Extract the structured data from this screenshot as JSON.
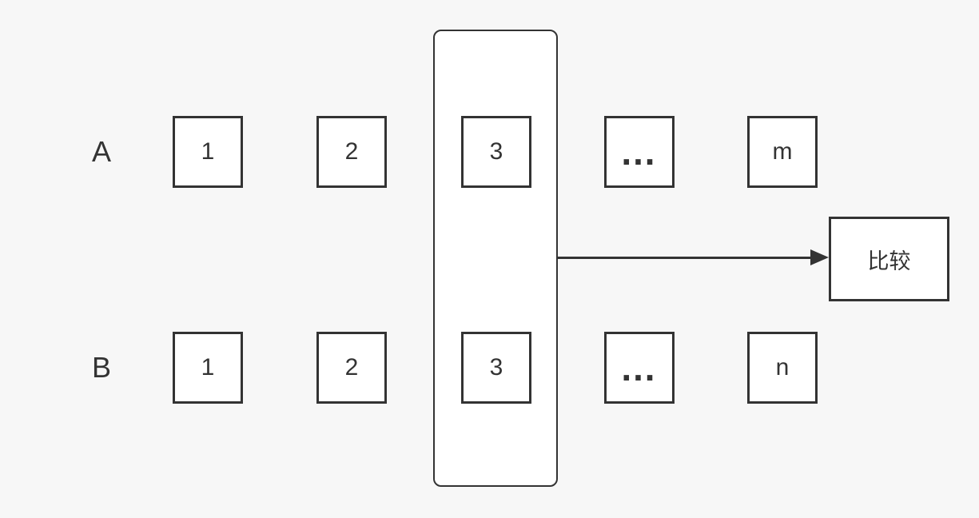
{
  "colors": {
    "background": "#f7f7f7",
    "stroke": "#333333",
    "shape_fill": "#ffffff",
    "text": "#333333"
  },
  "rows": [
    {
      "label": "A",
      "cells": [
        "1",
        "2",
        "3",
        "…",
        "m"
      ]
    },
    {
      "label": "B",
      "cells": [
        "1",
        "2",
        "3",
        "…",
        "n"
      ]
    }
  ],
  "compare_box": {
    "label": "比较"
  }
}
